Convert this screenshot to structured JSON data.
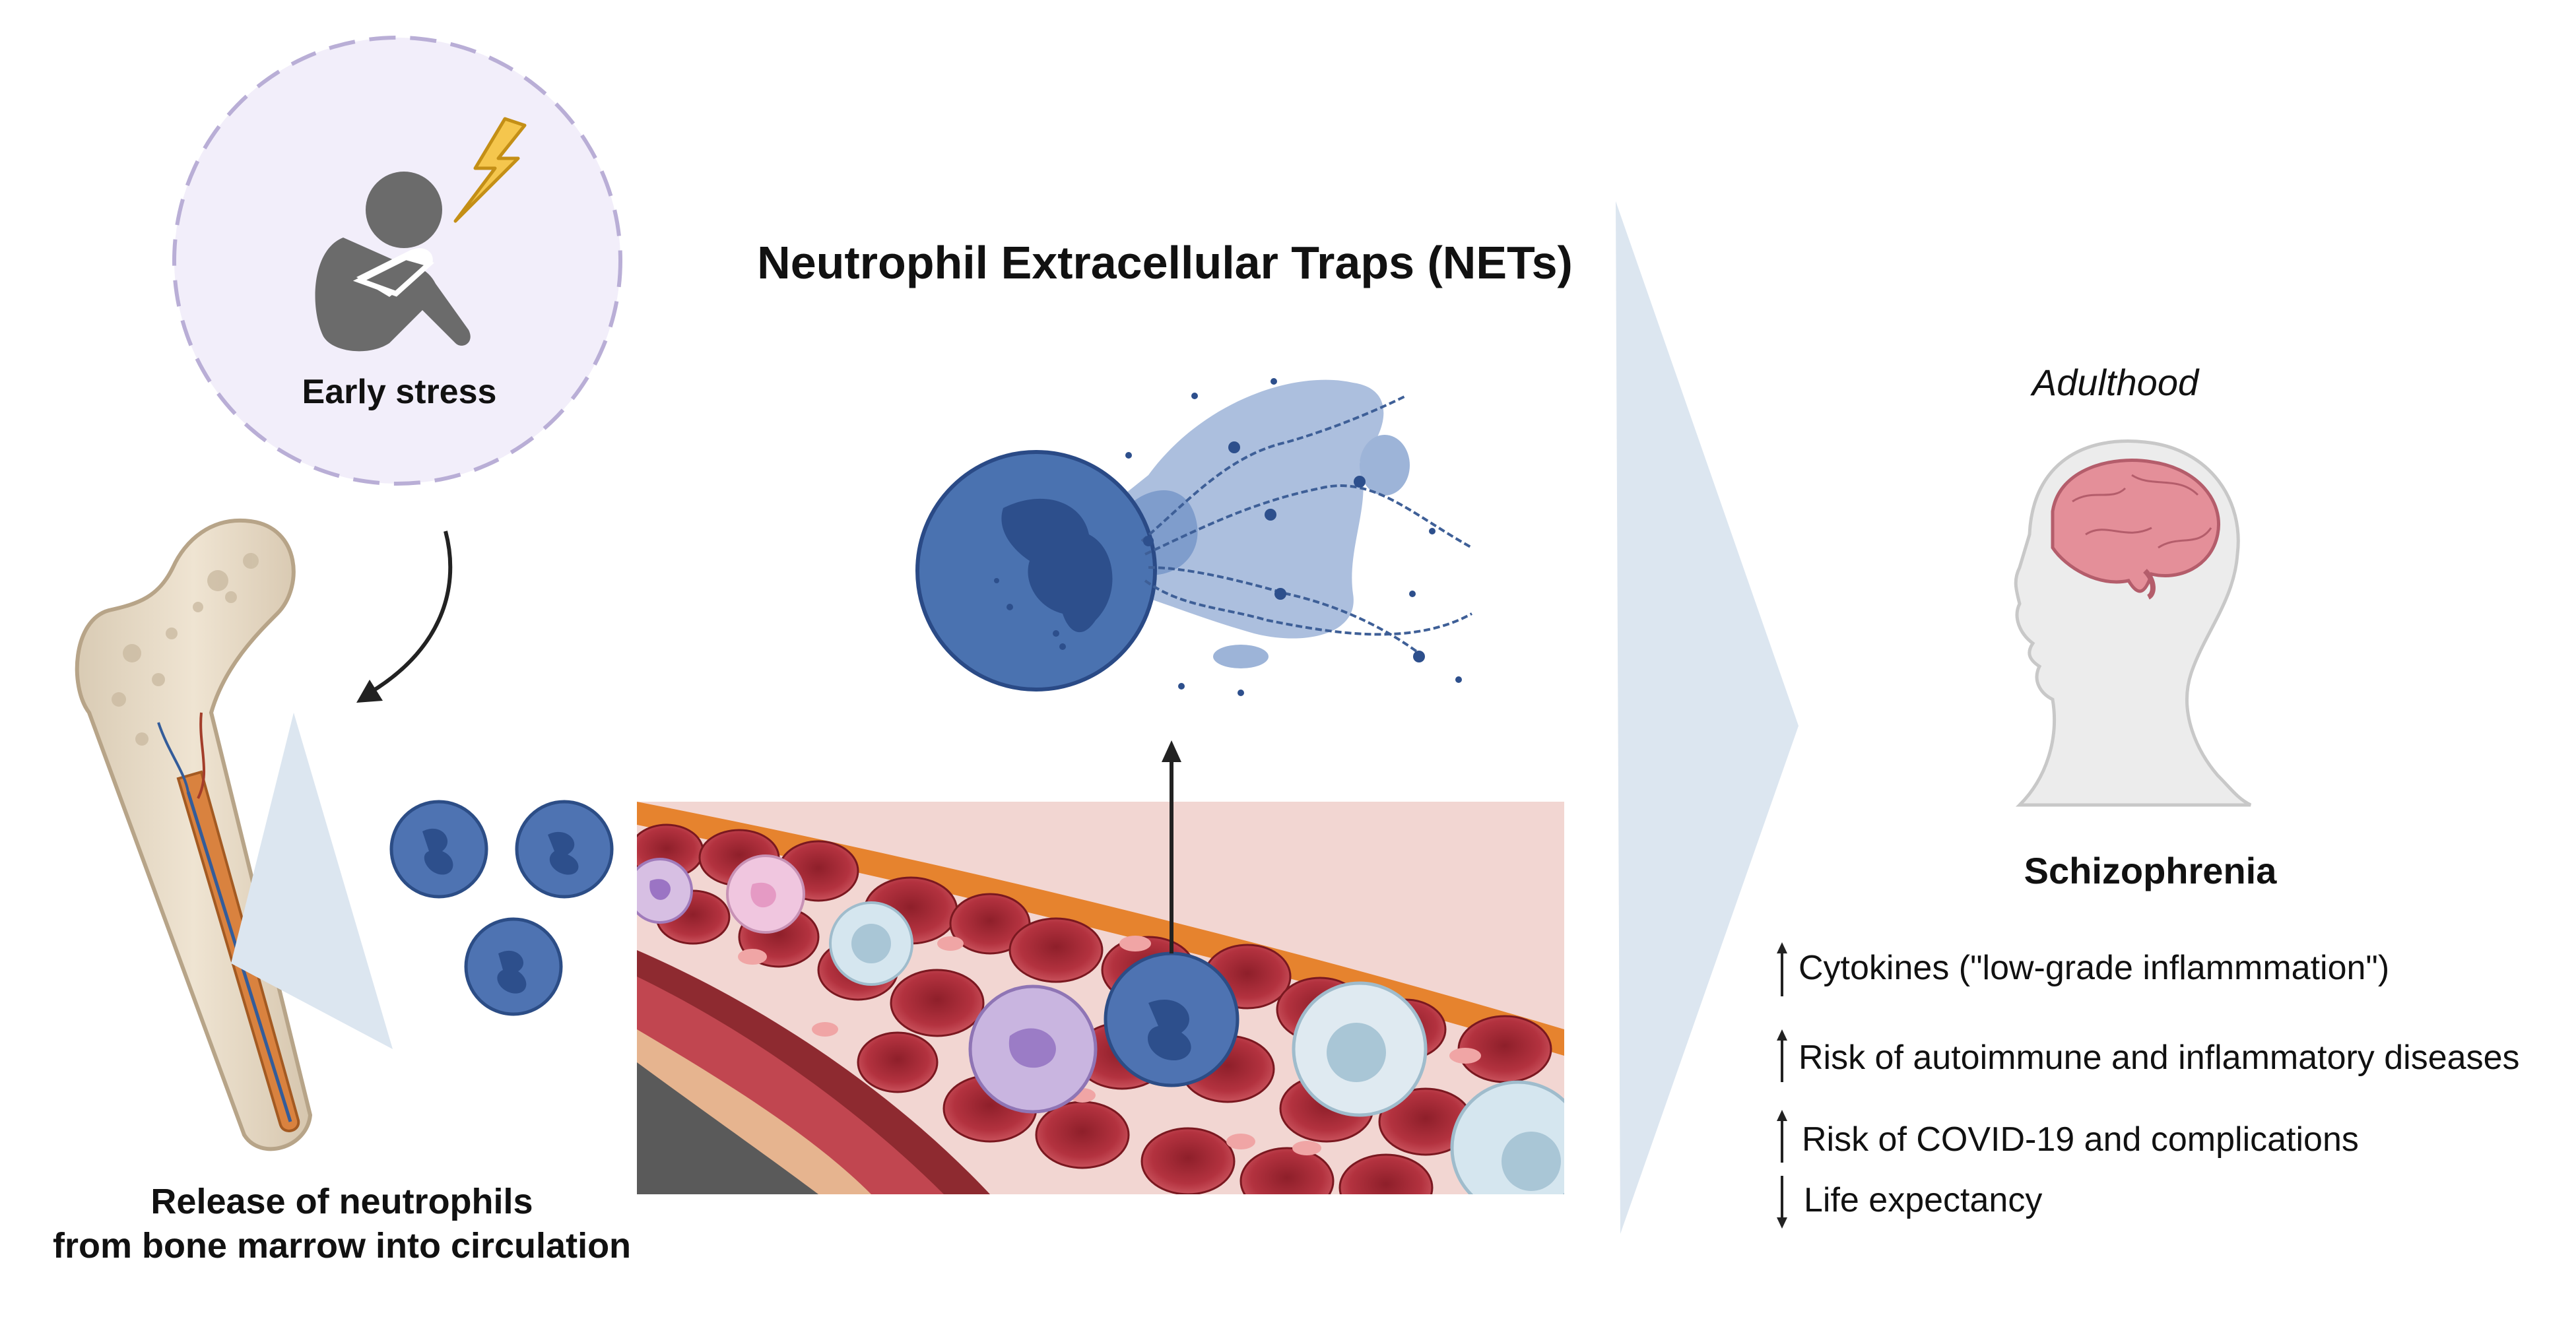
{
  "left": {
    "stress_label": "Early stress",
    "release_label_line1": "Release of neutrophils",
    "release_label_line2": "from bone marrow into circulation"
  },
  "middle": {
    "title": "Neutrophil Extracellular Traps (NETs)"
  },
  "right": {
    "stage_label": "Adulthood",
    "disorder_label": "Schizophrenia",
    "outcomes": [
      {
        "direction": "up",
        "text": "Cytokines (\"low-grade inflammmation\")"
      },
      {
        "direction": "up",
        "text": "Risk of autoimmune and inflammatory diseases"
      },
      {
        "direction": "up",
        "text": "Risk of COVID-19 and complications"
      },
      {
        "direction": "down",
        "text": "Life expectancy"
      }
    ]
  },
  "colors": {
    "neutrophil": "#4a72b0",
    "red_cell": "#b53a45",
    "stress_bg": "#f1ecf9",
    "brain": "#d98a93",
    "panel_arrow": "#dce6f0"
  }
}
